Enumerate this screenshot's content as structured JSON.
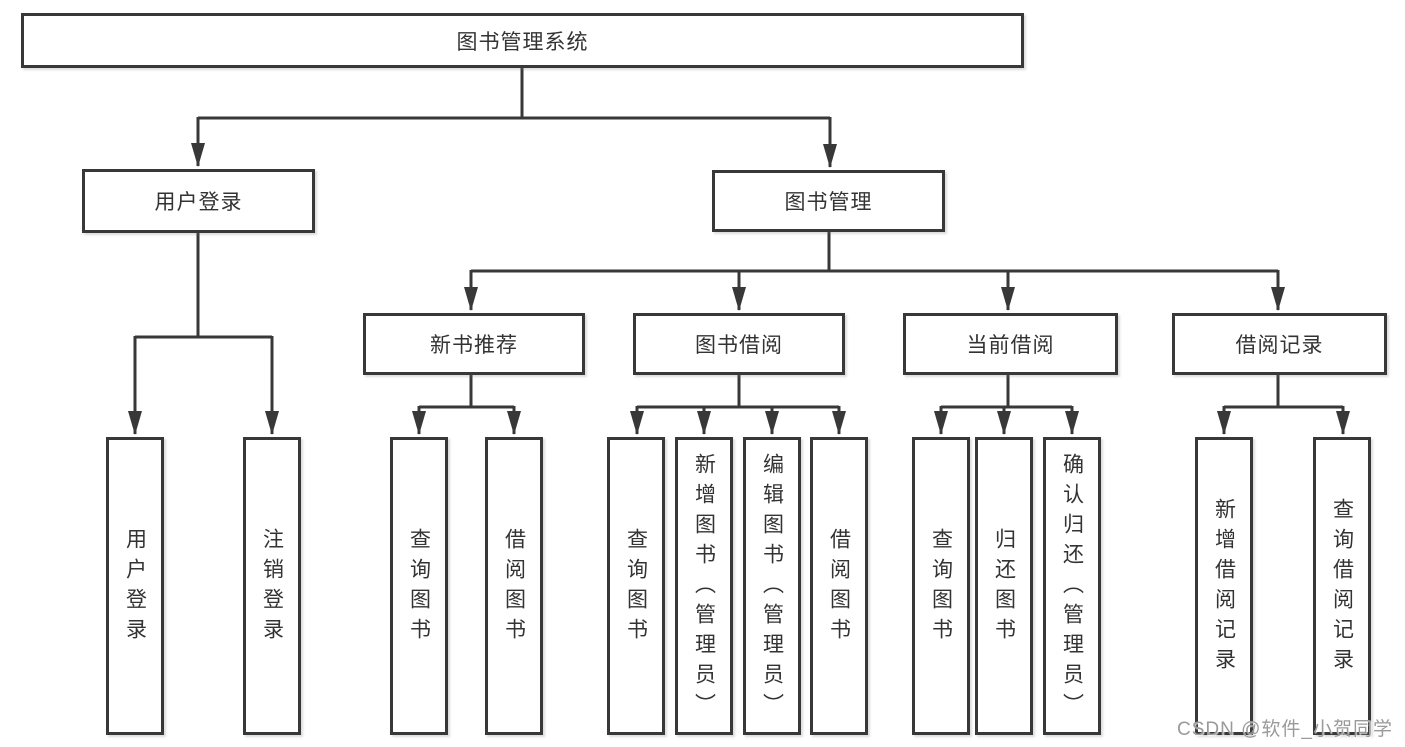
{
  "diagram": {
    "title": "图书管理系统",
    "branches": [
      {
        "label": "用户登录",
        "children": [
          "用户登录",
          "注销登录"
        ]
      },
      {
        "label": "图书管理",
        "children": [
          {
            "label": "新书推荐",
            "children": [
              "查询图书",
              "借阅图书"
            ]
          },
          {
            "label": "图书借阅",
            "children": [
              "查询图书",
              "新增图书（管理员）",
              "编辑图书（管理员）",
              "借阅图书"
            ]
          },
          {
            "label": "当前借阅",
            "children": [
              "查询图书",
              "归还图书",
              "确认归还（管理员）"
            ]
          },
          {
            "label": "借阅记录",
            "children": [
              "新增借阅记录",
              "查询借阅记录"
            ]
          }
        ]
      }
    ]
  },
  "watermark": {
    "text": "CSDN @软件_小贺同学"
  },
  "colors": {
    "line": "#383838",
    "text": "#333333",
    "background": "#ffffff",
    "watermark": "#9a9a9a"
  }
}
